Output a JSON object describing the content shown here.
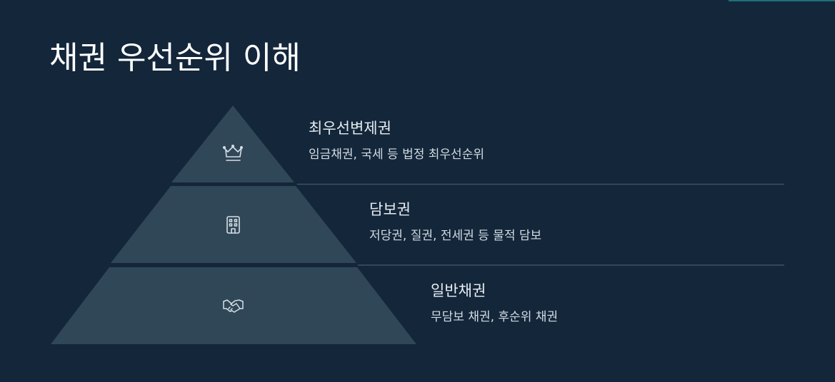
{
  "slide": {
    "title": "채권 우선순위 이해"
  },
  "tiers": [
    {
      "heading": "최우선변제권",
      "description": "임금채권, 국세 등 법정 최우선순위",
      "icon": "crown-icon"
    },
    {
      "heading": "담보권",
      "description": "저당권, 질권, 전세권 등 물적 담보",
      "icon": "building-icon"
    },
    {
      "heading": "일반채권",
      "description": "무담보 채권, 후순위 채권",
      "icon": "handshake-icon"
    }
  ],
  "colors": {
    "background": "#13263a",
    "pyramid_fill": "#304757",
    "divider": "#3a5366",
    "icon_stroke": "#d6dee5",
    "text_primary": "#ffffff"
  }
}
